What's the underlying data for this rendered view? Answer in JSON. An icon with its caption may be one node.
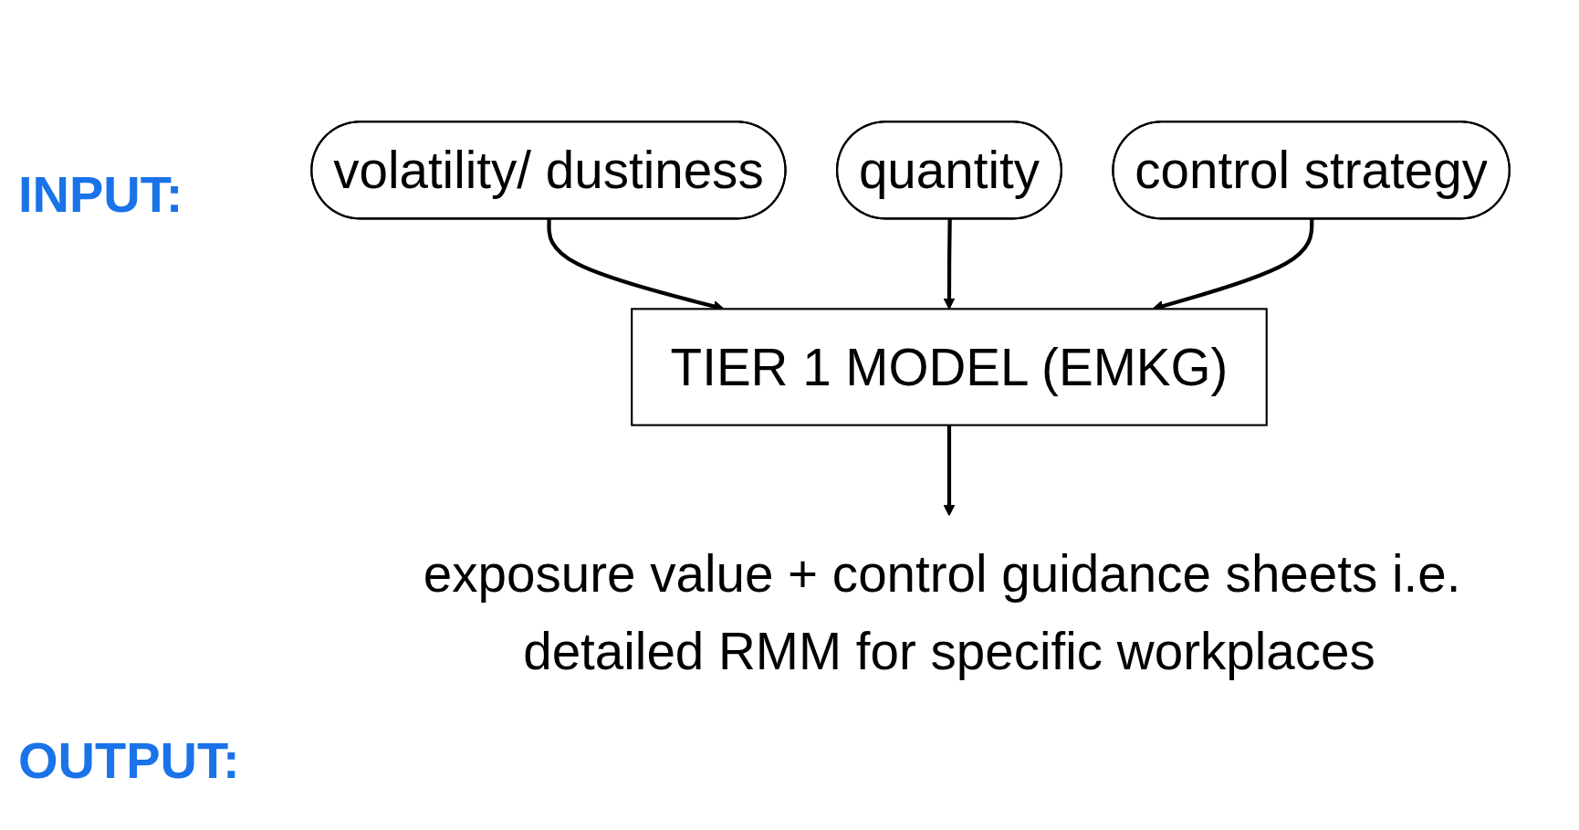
{
  "diagram": {
    "nodes": [
      {
        "text": [
          "quantity"
        ]
      },
      {
        "text": [
          "volatility/ dustiness"
        ]
      },
      {
        "text": [
          "control strategy"
        ]
      },
      {
        "text": [
          "TIER 1 MODEL (EMKG)"
        ]
      },
      {
        "text": [
          "exposure value + control guidance sheets i.e. detailed RMM for specific workplaces"
        ]
      }
    ],
    "edges": [
      {
        "from": 1,
        "to": 3,
        "arrow": "to"
      },
      {
        "from": 0,
        "to": 3,
        "arrow": "to"
      },
      {
        "from": 2,
        "to": 3,
        "arrow": "to"
      },
      {
        "from": 3,
        "to": 4,
        "arrow": "to"
      }
    ],
    "labels": [
      "INPUT:",
      "OUTPUT:"
    ]
  }
}
